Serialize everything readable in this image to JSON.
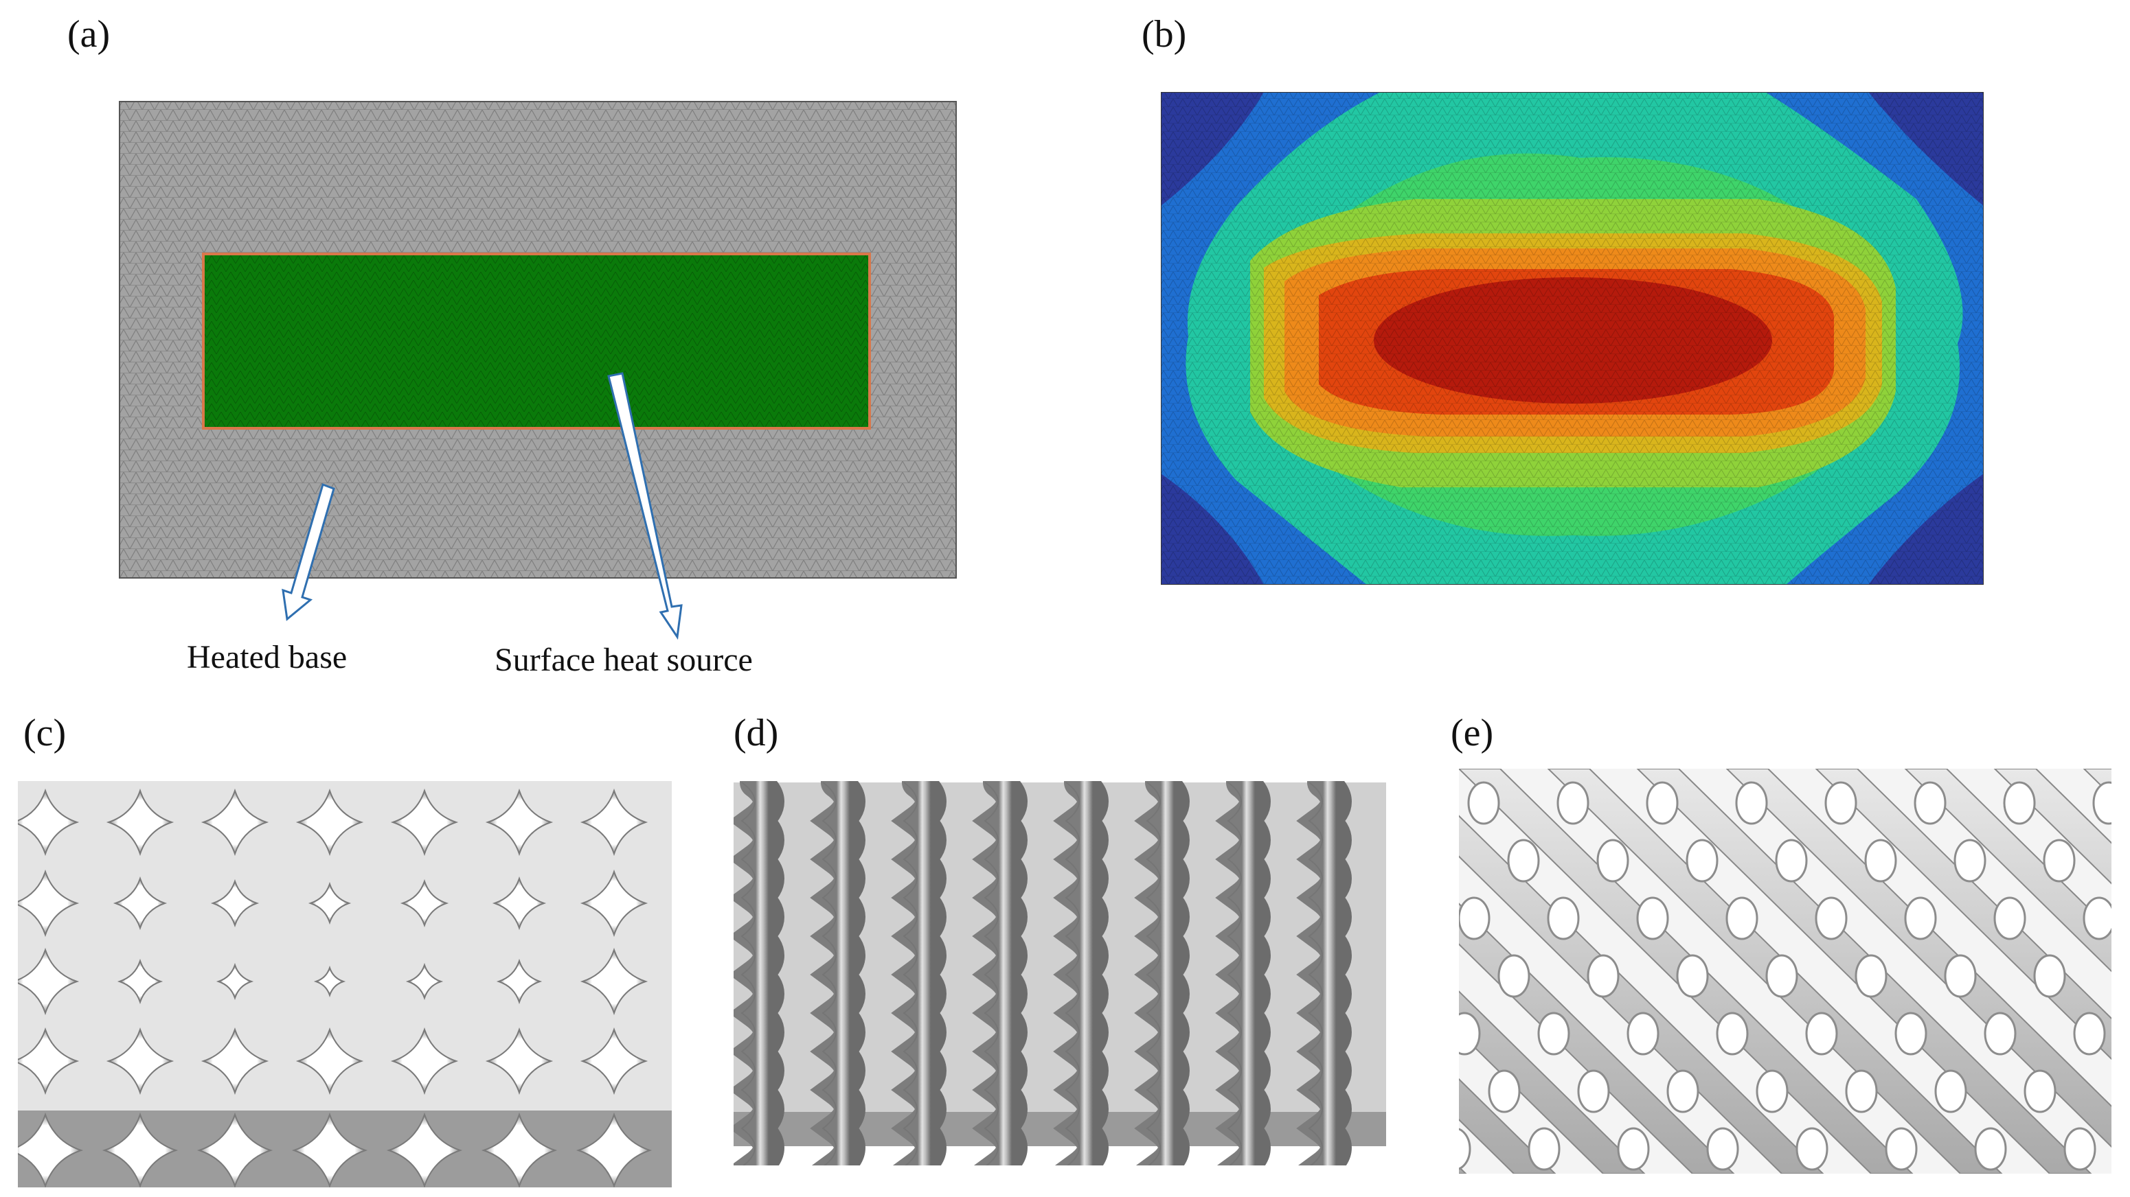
{
  "panels": {
    "a": {
      "label": "(a)",
      "annotations": {
        "heated_base": "Heated base",
        "surface_heat_source": "Surface heat source"
      }
    },
    "b": {
      "label": "(b)"
    },
    "c": {
      "label": "(c)"
    },
    "d": {
      "label": "(d)"
    },
    "e": {
      "label": "(e)"
    }
  },
  "colors": {
    "mesh_gray": "#9a9a9a",
    "heat_source_green": "#0a7a0a",
    "contour_levels": [
      "#2b3a9c",
      "#1f6fd1",
      "#1aa3c9",
      "#22c7a3",
      "#3fd46a",
      "#8fd23a",
      "#d9b51c",
      "#ee8a1a",
      "#e2450e",
      "#b51a0c"
    ],
    "lattice_light": "#e6e6e6",
    "lattice_dark": "#9c9c9c"
  }
}
